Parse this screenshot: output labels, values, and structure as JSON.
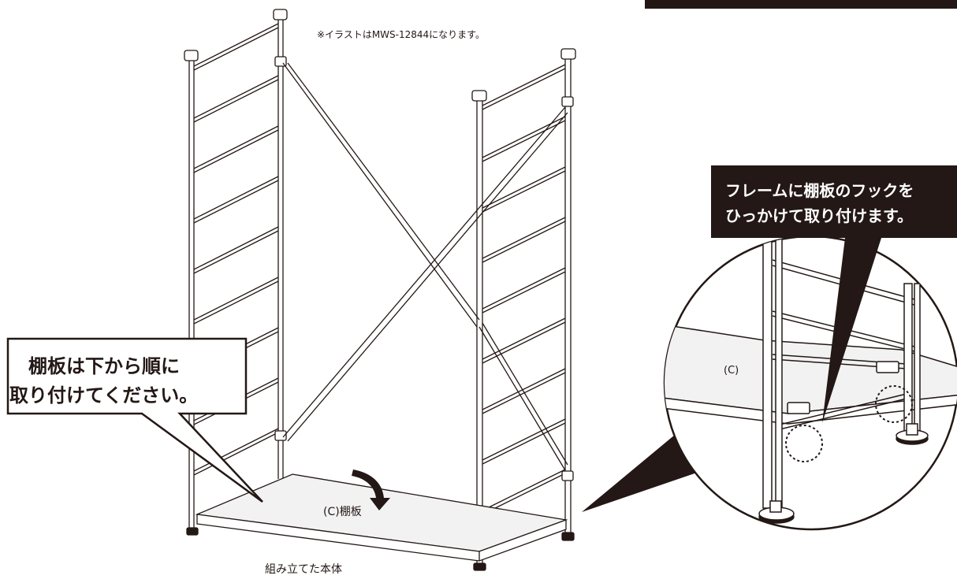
{
  "note": "※イラストはMWS-12844になります。",
  "callout_left": {
    "line1": "棚板は下から順に",
    "line2": "取り付けてください。"
  },
  "callout_right": {
    "line1": "フレームに棚板のフックを",
    "line2": "ひっかけて取り付けます。"
  },
  "shelf_label": "(C)棚板",
  "detail_label": "(C)",
  "caption": "組み立てた本体",
  "colors": {
    "ink": "#231815",
    "black_box": "#231815",
    "shelf_fill": "#f2f2f2",
    "detail_bg": "#ffffff"
  }
}
